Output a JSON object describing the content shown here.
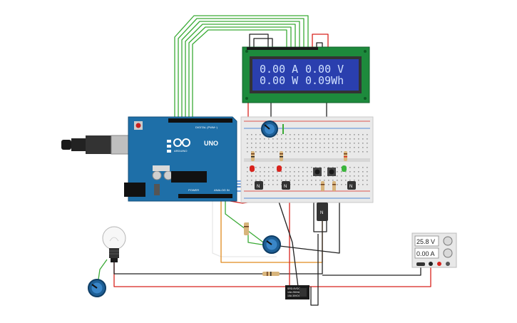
{
  "lcd": {
    "line1_current": "0.00 A",
    "line1_voltage": "0.00 V",
    "line2_power": "0.00 W",
    "line2_energy": "0.09Wh"
  },
  "arduino": {
    "board_logo_text": "ARDUINO",
    "board_model": "UNO",
    "power_header": "POWER",
    "analog_header": "ANALOG IN",
    "digital_header": "DIGITAL (PWM~)"
  },
  "transistors": {
    "label": "N"
  },
  "relay": {
    "line1": "SRD-5VDC",
    "line2": "10A 250VAC",
    "line3": "10A 30VDC"
  },
  "power_supply": {
    "voltage": "25.8 V",
    "current": "0.00 A"
  },
  "colors": {
    "arduino_blue": "#1e6fa8",
    "lcd_bezel": "#1d8a3c",
    "lcd_screen": "#2a3fae",
    "wire_green": "#3aaa35",
    "wire_red": "#d8231d",
    "wire_black": "#222222",
    "wire_orange": "#e08a1e"
  }
}
